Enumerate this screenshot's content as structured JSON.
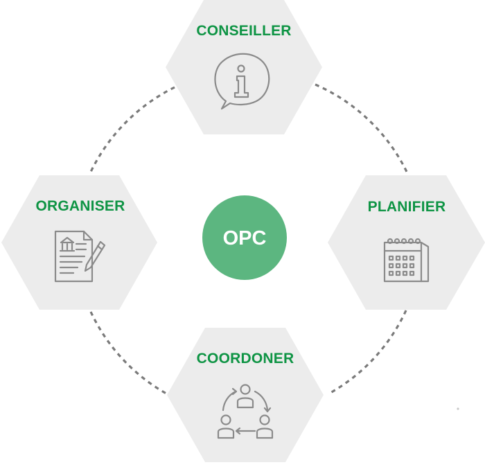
{
  "center": {
    "label": "OPC"
  },
  "nodes": [
    {
      "key": "top",
      "label": "CONSEILLER",
      "icon": "info-speech-bubble-icon"
    },
    {
      "key": "right",
      "label": "PLANIFIER",
      "icon": "calendar-icon"
    },
    {
      "key": "bottom",
      "label": "COORDONER",
      "icon": "team-cycle-icon"
    },
    {
      "key": "left",
      "label": "ORGANISER",
      "icon": "document-pen-icon"
    }
  ],
  "colors": {
    "label_green": "#0e9444",
    "center_fill": "#5cb680",
    "center_text": "#ffffff",
    "hexagon_fill": "#ececec",
    "icon_stroke": "#8a8a8a",
    "connector": "#7a7a7a"
  }
}
